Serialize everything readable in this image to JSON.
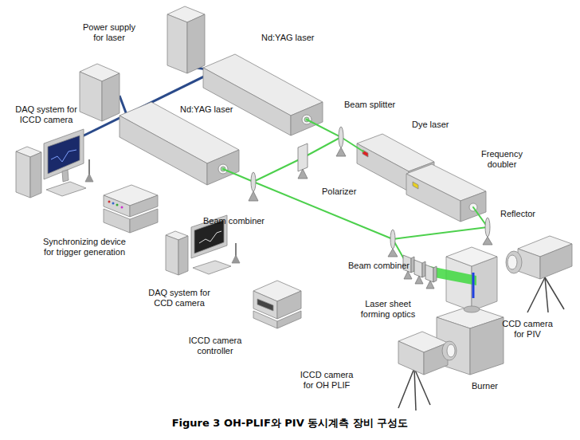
{
  "diagram": {
    "caption": "Figure 3 OH-PLIF와 PIV 동시계측 장비 구성도",
    "labels": [
      "Power supply for laser",
      "Nd:YAG laser",
      "Beam splitter",
      "DAQ system for ICCD camera",
      "Nd:YAG laser",
      "Dye laser",
      "Frequency doubler",
      "Polarizer",
      "Reflector",
      "Beam combiner",
      "Synchronizing device for trigger generation",
      "DAQ system for CCD camera",
      "Beam combiner",
      "Laser sheet forming optics",
      "CCD camera for PIV",
      "ICCD camera controller",
      "ICCD camera for OH PLIF",
      "Burner"
    ]
  }
}
